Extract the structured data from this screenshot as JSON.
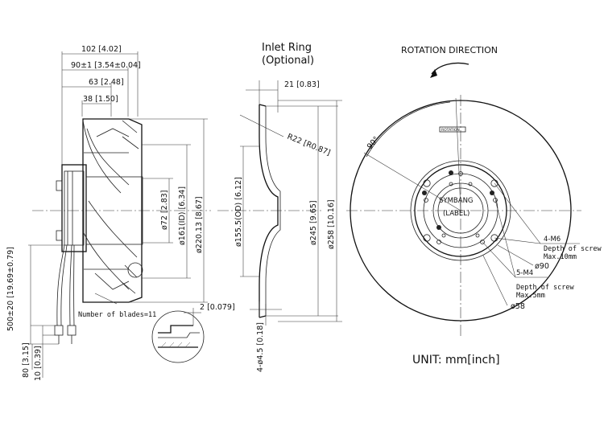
{
  "side_view": {
    "dim_overall_length": "102 [4.02]",
    "dim_inlet_depth": "90±1 [3.54±0.04]",
    "dim_motor_depth": "63 [2.48]",
    "dim_hub_depth": "38 [1.50]",
    "dim_hub_dia": "ø72 [2.83]",
    "dim_inlet_id": "ø161(ID) [6.34]",
    "dim_impeller_dia": "ø220.13 [8.67]",
    "dim_cable_length": "500±20 [19.69±0.79]",
    "dim_strip_length": "80 [3.15]",
    "dim_wire_end": "10 [0.39]",
    "blade_note": "Number of blades=11"
  },
  "inlet_ring": {
    "title_line1": "Inlet Ring",
    "title_line2": "(Optional)",
    "dim_depth": "21 [0.83]",
    "dim_radius": "R22 [R0.87]",
    "dim_od": "ø155.5(OD) [6.12]",
    "dim_mid": "ø245 [9.65]",
    "dim_outer": "ø258 [10.16]",
    "dim_thickness": "2 [0.079]",
    "dim_holes": "4-ø4.5 [0.18]"
  },
  "front_view": {
    "rotation_label": "ROTATION DIRECTION",
    "angle_label": "90°",
    "brand": "SYMBANG",
    "label_tag": "(LABEL)",
    "sticker_text": "ROTATION",
    "m6_spec": "4-M6",
    "m6_depth1": "Depth of screw",
    "m6_depth2": "Max.10mm",
    "pcd_90": "ø90",
    "m4_spec": "5-M4",
    "m4_depth1": "Depth of screw",
    "m4_depth2": "Max.5mm",
    "pcd_58": "ø58"
  },
  "unit_label": "UNIT: mm[inch]"
}
